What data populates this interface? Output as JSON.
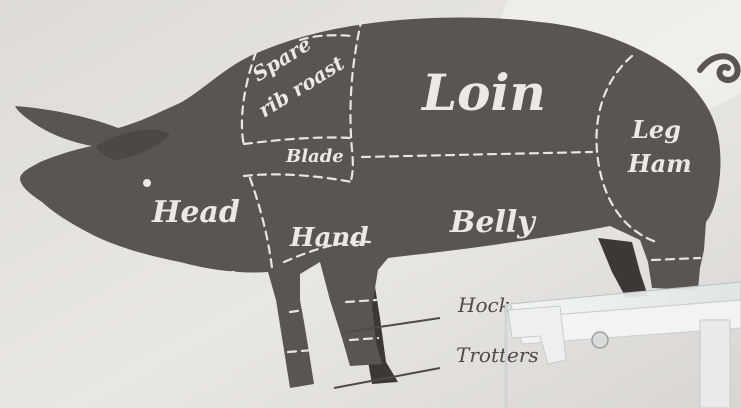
{
  "wall_decal": {
    "subject": "pig butcher cuts chart",
    "colors": {
      "wall": "#e6e4e1",
      "silhouette": "#5a5452",
      "dark_legs": "#3d3836",
      "lettering": "#ece9e4",
      "cut_lines": "#e9e6e1"
    },
    "cut_labels": {
      "spare_rib_line1": "Spare",
      "spare_rib_line2": "rib roast",
      "loin": "Loin",
      "leg_line1": "Leg",
      "leg_line2": "Ham",
      "blade": "Blade",
      "head": "Head",
      "hand": "Hand",
      "belly": "Belly"
    },
    "leader_labels": {
      "hock": "Hock",
      "trotters": "Trotters"
    }
  },
  "foreground": {
    "object": "glass-topped table corner"
  }
}
